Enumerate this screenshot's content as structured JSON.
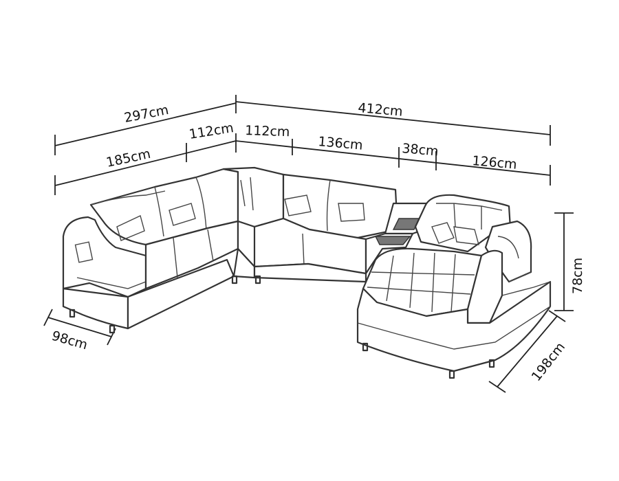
{
  "dimensions": {
    "left_overall": "297cm",
    "right_overall": "412cm",
    "left_seat": "185cm",
    "left_corner": "112cm",
    "right_corner": "112cm",
    "middle_seat": "136cm",
    "console": "38cm",
    "chaise_width": "126cm",
    "height": "78cm",
    "left_depth": "98cm",
    "chaise_length": "198cm"
  }
}
